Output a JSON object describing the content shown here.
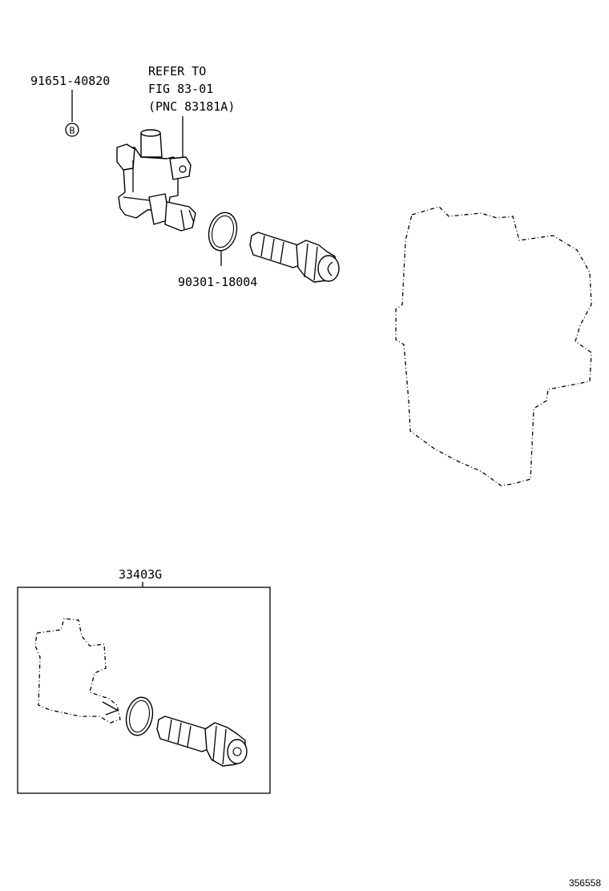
{
  "callouts": {
    "bolt_part_no": "91651-40820",
    "bolt_marker": "B",
    "refer_line1": "REFER TO",
    "refer_line2": "FIG 83-01",
    "refer_line3": "(PNC 83181A)",
    "oring_part_no": "90301-18004",
    "kit_part_no": "33403G"
  },
  "figure_id": "356558",
  "icons": [
    "speed-sensor-icon",
    "o-ring-icon",
    "driven-gear-icon",
    "transmission-outline-icon"
  ]
}
